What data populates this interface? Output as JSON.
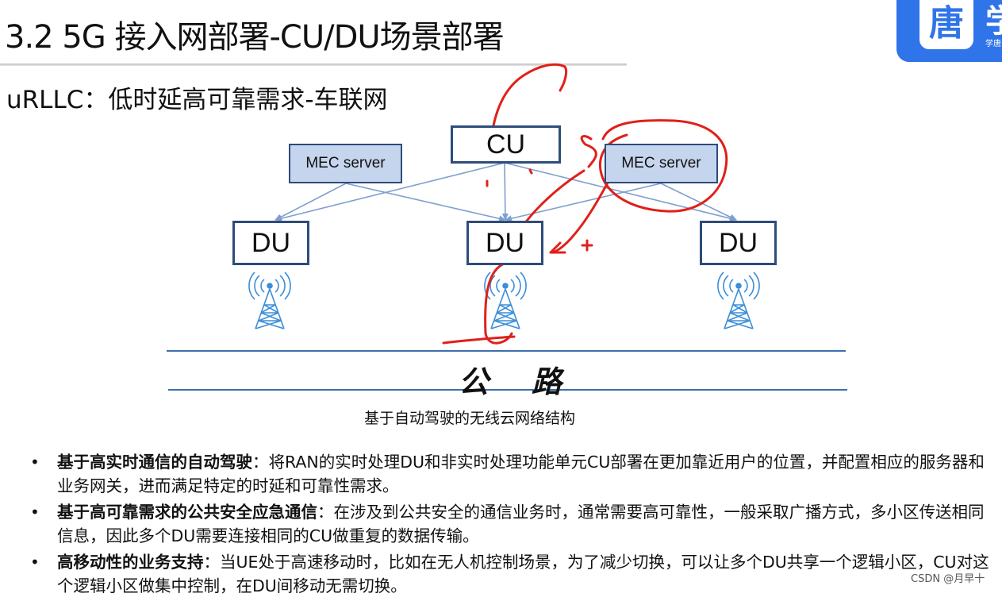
{
  "slide": {
    "title": "3.2 5G 接入网部署-CU/DU场景部署",
    "subtitle": "uRLLC：低时延高可靠需求-车联网"
  },
  "logo": {
    "glyph": "唐",
    "side_glyph": "学",
    "small_text": "学唐"
  },
  "diagram": {
    "cu_label": "CU",
    "mec_left_label": "MEC server",
    "mec_right_label": "MEC server",
    "du_left_label": "DU",
    "du_center_label": "DU",
    "du_right_label": "DU",
    "road_char_1": "公",
    "road_char_2": "路",
    "caption": "基于自动驾驶的无线云网络结构",
    "line_color": "#7f9fcf",
    "box_border_color": "#2e4c7c",
    "mec_fill_color": "#c6d5ee",
    "annotation_color": "#e0201a",
    "antenna_color": "#3b8ed8"
  },
  "bullets": [
    {
      "bold": "基于高实时通信的自动驾驶",
      "text": "：将RAN的实时处理DU和非实时处理功能单元CU部署在更加靠近用户的位置，并配置相应的服务器和业务网关，进而满足特定的时延和可靠性需求。"
    },
    {
      "bold": "基于高可靠需求的公共安全应急通信",
      "text": "：在涉及到公共安全的通信业务时，通常需要高可靠性，一般采取广播方式，多小区传送相同信息，因此多个DU需要连接相同的CU做重复的数据传输。"
    },
    {
      "bold": "高移动性的业务支持",
      "text": "：当UE处于高速移动时，比如在无人机控制场景，为了减少切换，可以让多个DU共享一个逻辑小区，CU对这个逻辑小区做集中控制，在DU间移动无需切换。"
    }
  ],
  "bullet_symbol": "•",
  "watermark": "CSDN @月早十"
}
